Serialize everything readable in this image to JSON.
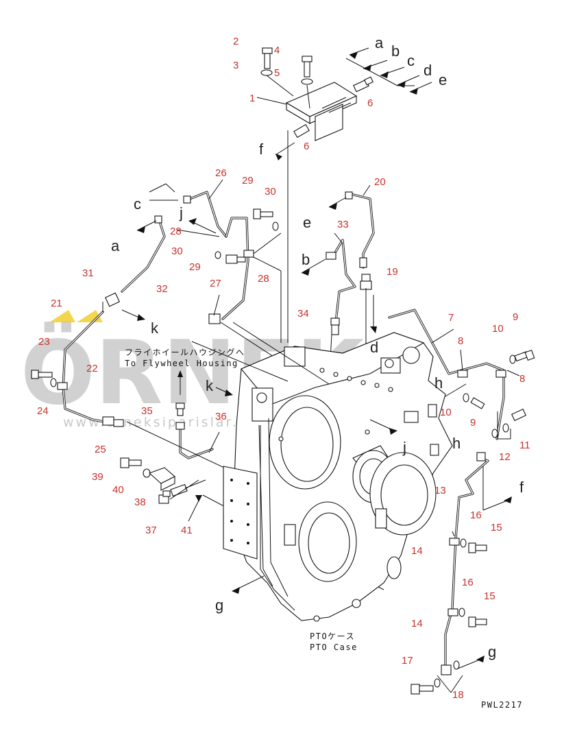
{
  "callouts": [
    {
      "n": "1"
    },
    {
      "n": "2"
    },
    {
      "n": "3"
    },
    {
      "n": "4"
    },
    {
      "n": "5"
    },
    {
      "n": "6"
    },
    {
      "n": "6"
    },
    {
      "n": "7"
    },
    {
      "n": "8"
    },
    {
      "n": "8"
    },
    {
      "n": "9"
    },
    {
      "n": "9"
    },
    {
      "n": "10"
    },
    {
      "n": "10"
    },
    {
      "n": "11"
    },
    {
      "n": "12"
    },
    {
      "n": "13"
    },
    {
      "n": "14"
    },
    {
      "n": "14"
    },
    {
      "n": "15"
    },
    {
      "n": "15"
    },
    {
      "n": "16"
    },
    {
      "n": "16"
    },
    {
      "n": "17"
    },
    {
      "n": "18"
    },
    {
      "n": "19"
    },
    {
      "n": "20"
    },
    {
      "n": "21"
    },
    {
      "n": "22"
    },
    {
      "n": "23"
    },
    {
      "n": "24"
    },
    {
      "n": "25"
    },
    {
      "n": "26"
    },
    {
      "n": "27"
    },
    {
      "n": "28"
    },
    {
      "n": "28"
    },
    {
      "n": "29"
    },
    {
      "n": "29"
    },
    {
      "n": "30"
    },
    {
      "n": "30"
    },
    {
      "n": "31"
    },
    {
      "n": "32"
    },
    {
      "n": "33"
    },
    {
      "n": "34"
    },
    {
      "n": "35"
    },
    {
      "n": "36"
    },
    {
      "n": "37"
    },
    {
      "n": "38"
    },
    {
      "n": "39"
    },
    {
      "n": "40"
    },
    {
      "n": "41"
    }
  ],
  "connection_letters": [
    "a",
    "b",
    "c",
    "d",
    "e",
    "f",
    "j",
    "k",
    "a",
    "b",
    "c",
    "d",
    "e",
    "f",
    "g",
    "h",
    "j",
    "k",
    "h",
    "g"
  ],
  "captions": {
    "flywheel_jp": "フライホイールハウジングへ",
    "flywheel_en": "To Flywheel Housing",
    "pto_jp": "PTOケース",
    "pto_en": "PTO Case",
    "drawing_code": "PWL2217"
  },
  "watermark": {
    "brand": "ÖRNEK",
    "url": "www.orneksiparislar.com.tr"
  },
  "colors": {
    "callout": "#c8302a",
    "line": "#111111",
    "watermark": "#9a9a9a",
    "watermark_accent": "#f0c400"
  }
}
